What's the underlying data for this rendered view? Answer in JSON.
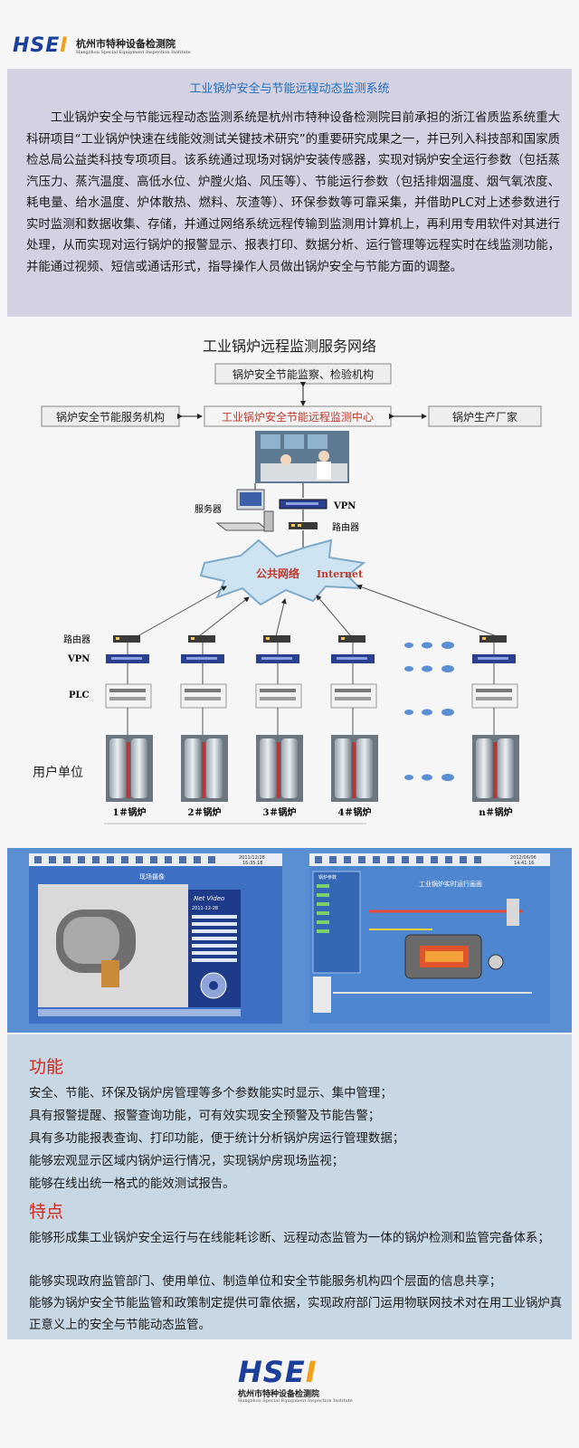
{
  "header": {
    "logo_text": "HSEI",
    "org_cn": "杭州市特种设备检测院",
    "org_en": "Hangzhou Special Equipment Inspection Institute"
  },
  "intro": {
    "title": "工业锅炉安全与节能远程动态监测系统",
    "body": "工业锅炉安全与节能远程动态监测系统是杭州市特种设备检测院目前承担的浙江省质监系统重大科研项目“工业锅炉快速在线能效测试关键技术研究”的重要研究成果之一，并已列入科技部和国家质检总局公益类科技专项项目。该系统通过现场对锅炉安装传感器，实现对锅炉安全运行参数（包括蒸汽压力、蒸汽温度、高低水位、炉膛火焰、风压等）、节能运行参数（包括排烟温度、烟气氧浓度、耗电量、给水温度、炉体散热、燃料、灰渣等）、环保参数等可靠采集，并借助PLC对上述参数进行实时监测和数据收集、存储，并通过网络系统远程传输到监测用计算机上，再利用专用软件对其进行处理，从而实现对运行锅炉的报警显示、报表打印、数据分析、运行管理等远程实时在线监测功能，并能通过视频、短信或通话形式，指导操作人员做出锅炉安全与节能方面的调整。"
  },
  "network": {
    "title": "工业锅炉远程监测服务网络",
    "top_box": "锅炉安全节能监察、检验机构",
    "left_box": "锅炉安全节能服务机构",
    "center_box": "工业锅炉安全节能远程监测中心",
    "right_box": "锅炉生产厂家",
    "server_label": "服务器",
    "vpn_label": "VPN",
    "router_label": "路由器",
    "cloud_label_cn": "公共网络",
    "cloud_label_en": "Internet",
    "row_router": "路由器",
    "row_vpn": "VPN",
    "row_plc": "PLC",
    "row_user": "用户单位",
    "boilers": [
      "1＃锅炉",
      "2＃锅炉",
      "3＃锅炉",
      "4＃锅炉",
      "n＃锅炉"
    ]
  },
  "screens": {
    "left_title": "现场摄像",
    "left_date": "2011/12/28",
    "left_time": "16:35:18",
    "net_video": "Net Video",
    "video_date": "2011-12-28",
    "right_title": "工业锅炉实时运行画面",
    "right_date": "2012/06/06",
    "right_time": "14:41:16",
    "right_panel_title": "锅炉参数"
  },
  "features": {
    "func_heading": "功能",
    "func_items": [
      "安全、节能、环保及锅炉房管理等多个参数能实时显示、集中管理；",
      "具有报警提醒、报警查询功能，可有效实现安全预警及节能告警；",
      "具有多功能报表查询、打印功能，便于统计分析锅炉房运行管理数据；",
      "能够宏观显示区域内锅炉运行情况，实现锅炉房现场监视；",
      "能够在线出统一格式的能效测试报告。"
    ],
    "char_heading": "特点",
    "char_items": [
      "能够形成集工业锅炉安全运行与在线能耗诊断、远程动态监管为一体的锅炉检测和监管完备体系；",
      "能够实现政府监管部门、使用单位、制造单位和安全节能服务机构四个层面的信息共享；",
      "能够为锅炉安全节能监管和政策制定提供可靠依据，实现政府部门运用物联网技术对在用工业锅炉真正意义上的安全与节能动态监管。"
    ]
  },
  "colors": {
    "title_blue": "#1f6fc0",
    "heading_red": "#d12a1e",
    "center_box_red": "#c0392b",
    "logo_blue": "#1b3f9a",
    "logo_orange": "#f0a21a"
  }
}
